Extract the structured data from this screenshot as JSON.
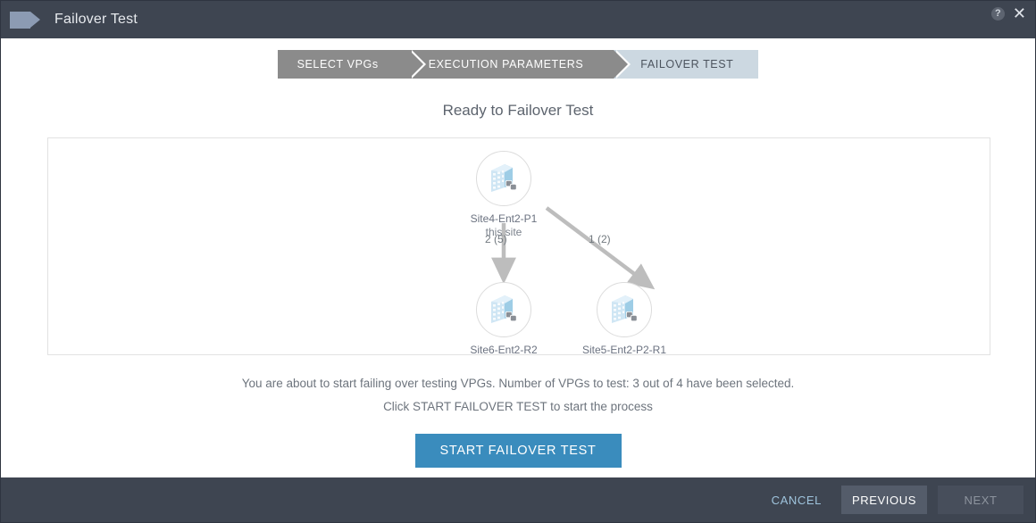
{
  "window": {
    "title": "Failover Test",
    "help_icon": "?",
    "close_icon": "✕"
  },
  "steps": [
    {
      "label": "SELECT VPGs",
      "state": "done"
    },
    {
      "label": "EXECUTION PARAMETERS",
      "state": "done"
    },
    {
      "label": "FAILOVER TEST",
      "state": "active"
    }
  ],
  "heading": "Ready to Failover Test",
  "diagram": {
    "nodes": [
      {
        "id": "top",
        "label": "Site4-Ent2-P1",
        "sublabel": "this site"
      },
      {
        "id": "left",
        "label": "Site6-Ent2-R2",
        "sublabel": ""
      },
      {
        "id": "right",
        "label": "Site5-Ent2-P2-R1",
        "sublabel": ""
      }
    ],
    "edges": [
      {
        "from": "top",
        "to": "left",
        "label": "2 (5)"
      },
      {
        "from": "top",
        "to": "right",
        "label": "1 (2)"
      }
    ],
    "arrow_color": "#bdbdbd",
    "icon_color": "#b9dcee",
    "icon_badge_color": "#8a8f96"
  },
  "description": {
    "line1": "You are about to start failing over testing VPGs. Number of VPGs to test: 3 out of 4 have been selected.",
    "line2": "Click START FAILOVER TEST to start the process"
  },
  "primary_action": {
    "label": "START FAILOVER TEST",
    "color": "#3a8cbd"
  },
  "footer": {
    "cancel_label": "CANCEL",
    "previous_label": "PREVIOUS",
    "next_label": "NEXT"
  }
}
